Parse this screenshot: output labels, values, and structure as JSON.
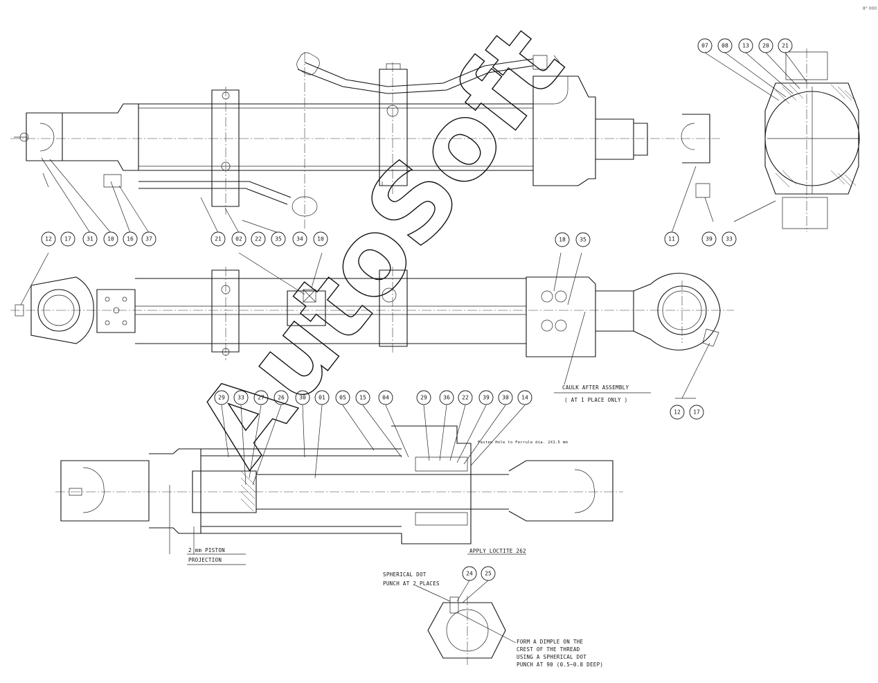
{
  "callouts_top_left": [
    "12",
    "17",
    "31",
    "10",
    "16",
    "37",
    "21",
    "02",
    "22",
    "35",
    "34",
    "10"
  ],
  "callouts_top_right": [
    "07",
    "08",
    "13",
    "20",
    "21"
  ],
  "callouts_right_bottom": [
    "11",
    "39",
    "33"
  ],
  "callouts_mid": [
    "18",
    "35"
  ],
  "callouts_section": [
    "29",
    "33",
    "27",
    "26",
    "30",
    "01",
    "05",
    "15",
    "04",
    "29",
    "36",
    "22",
    "39",
    "30",
    "14"
  ],
  "callouts_bottom_right": [
    "12",
    "17"
  ],
  "callouts_nut": [
    "24",
    "25"
  ],
  "notes": {
    "caulk_line1": "CAULK AFTER ASSEMBLY",
    "caulk_line2": "( AT 1 PLACE ONLY )",
    "fasten": "Fasten Hole to Ferrule dia. 2X1.5 mm",
    "piston_line1": "2 mm PISTON",
    "piston_line2": "PROJECTION",
    "loctite": "APPLY LOCTITE 262",
    "punch_line1": "SPHERICAL DOT",
    "punch_line2": "PUNCH AT 2 PLACES",
    "form_line1": "FORM A DIMPLE ON THE",
    "form_line2": "CREST OF THE THREAD",
    "form_line3": "USING A SPHERICAL DOT",
    "form_line4": "PUNCH AT 90 (0.5~0.8 DEEP)"
  },
  "watermark": "AutoSoft",
  "corner_mark": "8° 000"
}
